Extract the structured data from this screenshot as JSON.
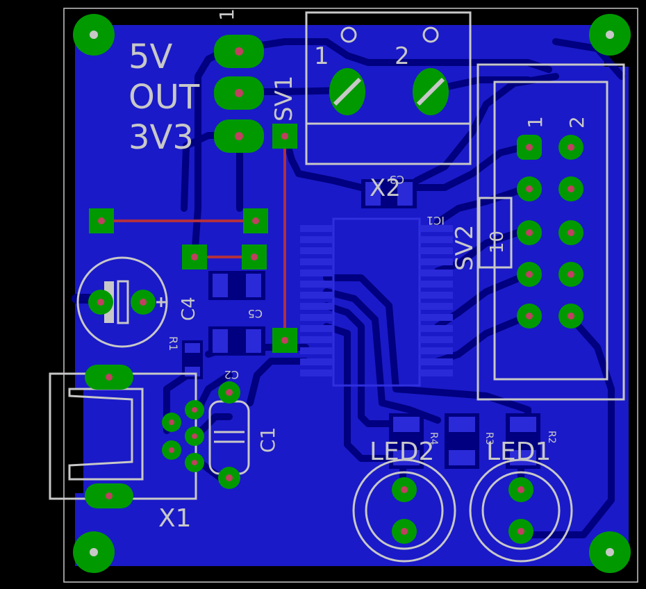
{
  "board": {
    "colors": {
      "background": "#000000",
      "copper_pour": "#1a1ac8",
      "trace_isolation": "#000080",
      "pad": "#009a00",
      "silkscreen": "#c8c8c8",
      "top_trace": "#b03040",
      "outline": "#c8c8c8"
    }
  },
  "labels": {
    "pin_5v": "5V",
    "pin_out": "OUT",
    "pin_3v3": "3V3",
    "jumper_pin": "1",
    "sv1": "SV1",
    "x2": "X2",
    "x2_pin1": "1",
    "x2_pin2": "2",
    "ic1": "IC1",
    "sv2": "SV2",
    "sv2_pin1": "1",
    "sv2_pin2": "2",
    "sv2_pin10": "10",
    "c3": "C3",
    "c4": "C4",
    "c5": "C5",
    "c2": "C2",
    "c1": "C1",
    "r1": "R1",
    "r2": "R2",
    "r3": "R3",
    "r4": "R4",
    "led1": "LED1",
    "led2": "LED2",
    "x1": "X1"
  }
}
